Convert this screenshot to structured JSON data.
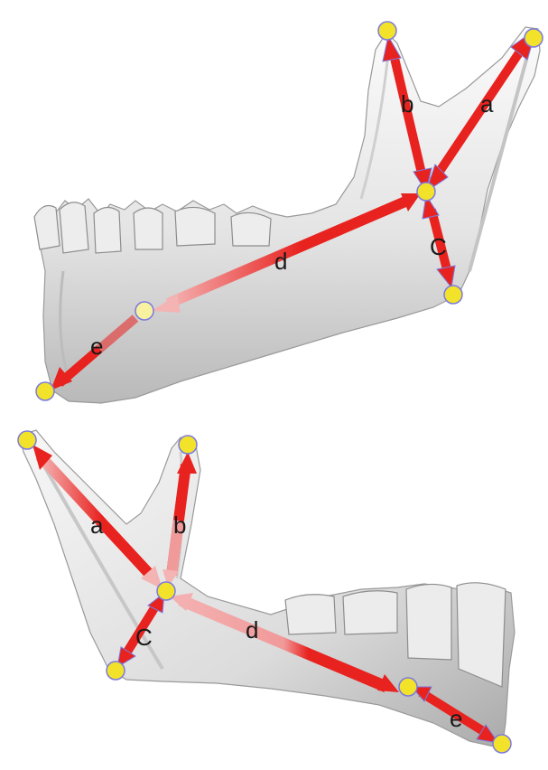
{
  "panels": [
    {
      "view": "upper-mandible",
      "labels": {
        "a": "a",
        "b": "b",
        "c": "C",
        "d": "d",
        "e": "e"
      }
    },
    {
      "view": "lower-mandible",
      "labels": {
        "a": "a",
        "b": "b",
        "c": "C",
        "d": "d",
        "e": "e"
      }
    }
  ],
  "colors": {
    "arrow": "#e8221f",
    "arrow_faded": "#f19a9a",
    "landmark_fill": "#f2e22a",
    "landmark_stroke": "#7a7adf",
    "bone_light": "#f3f3f3",
    "bone_dark": "#b8b8b8"
  }
}
